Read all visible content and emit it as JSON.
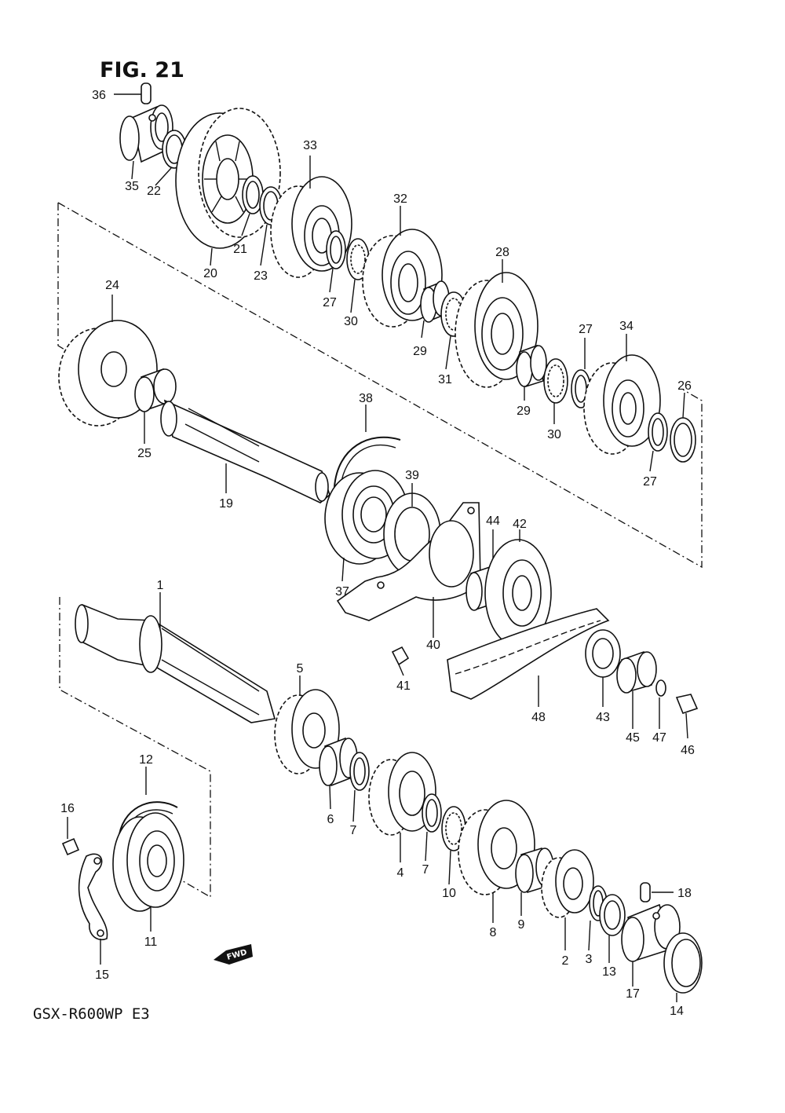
{
  "figure": {
    "title": "FIG. 21",
    "model_code": "GSX-R600WP E3",
    "fwd_label": "FWD"
  },
  "callouts": {
    "p1": "1",
    "p2": "2",
    "p3": "3",
    "p4": "4",
    "p5": "5",
    "p6": "6",
    "p7a": "7",
    "p7b": "7",
    "p8": "8",
    "p9": "9",
    "p10": "10",
    "p11": "11",
    "p12": "12",
    "p13": "13",
    "p14": "14",
    "p15": "15",
    "p16": "16",
    "p17": "17",
    "p18": "18",
    "p19": "19",
    "p20": "20",
    "p21": "21",
    "p22": "22",
    "p23": "23",
    "p24": "24",
    "p25": "25",
    "p26": "26",
    "p27a": "27",
    "p27b": "27",
    "p27c": "27",
    "p28": "28",
    "p29a": "29",
    "p29b": "29",
    "p30a": "30",
    "p30b": "30",
    "p31": "31",
    "p32": "32",
    "p33": "33",
    "p34": "34",
    "p35": "35",
    "p36": "36",
    "p37": "37",
    "p38": "38",
    "p39": "39",
    "p40": "40",
    "p41": "41",
    "p42": "42",
    "p43": "43",
    "p44": "44",
    "p45": "45",
    "p46": "46",
    "p47": "47",
    "p48": "48"
  }
}
